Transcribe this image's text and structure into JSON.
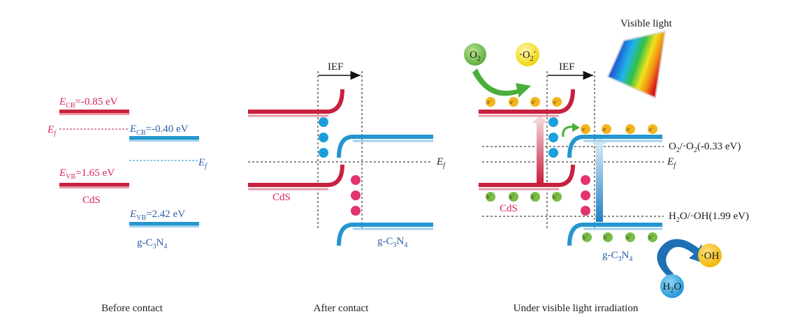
{
  "colors": {
    "cds_band": "#c8203f",
    "cds_band_light": "#e79aa5",
    "gcn_band": "#2496cf",
    "gcn_band_light": "#9fd2ee",
    "cds_text": "#d8235a",
    "gcn_text": "#2a5ea8",
    "electron": "#1aa0dc",
    "hole": "#e2336f",
    "electron_light": "#f2b51b",
    "hole_light": "#7bbd45",
    "green_arrow": "#4cae3a",
    "blue_arrow": "#1f6fb5"
  },
  "panels": {
    "before": {
      "caption": "Before contact",
      "cds_cb": {
        "e": "E",
        "sub": "CB",
        "text": "=-0.85 eV"
      },
      "cds_ef": {
        "e": "E",
        "sub": "f"
      },
      "cds_vb": {
        "e": "E",
        "sub": "VB",
        "text": "=1.65 eV"
      },
      "cds_label": "CdS",
      "gcn_cb": {
        "e": "E",
        "sub": "CB",
        "text": "=-0.40 eV"
      },
      "gcn_ef": {
        "e": "E",
        "sub": "f"
      },
      "gcn_vb": {
        "e": "E",
        "sub": "VB",
        "text": "=2.42 eV"
      },
      "gcn_label": {
        "a": "g-C",
        "s1": "3",
        "b": "N",
        "s2": "4"
      }
    },
    "after": {
      "caption": "After contact",
      "ief": "IEF",
      "ef": {
        "e": "E",
        "sub": "f"
      },
      "cds_label": "CdS",
      "gcn_label": {
        "a": "g-C",
        "s1": "3",
        "b": "N",
        "s2": "4"
      },
      "electron_sign": "−"
    },
    "light": {
      "caption": "Under visible light irradiation",
      "title": "Visible light",
      "ief": "IEF",
      "ef": {
        "e": "E",
        "sub": "f"
      },
      "cds_label": "CdS",
      "gcn_label": {
        "a": "g-C",
        "s1": "3",
        "b": "N",
        "s2": "4"
      },
      "o2_level": {
        "a": "O",
        "s1": "2",
        "b": "/·O",
        "s2": "2",
        "c": "(-0.33 eV)"
      },
      "oh_level": {
        "a": "H",
        "s1": "2",
        "b": "O/·OH(1.99 eV)"
      },
      "electron_label": "e",
      "electron_sup": "-",
      "hole_label": "h",
      "hole_sup": "+",
      "o2": {
        "a": "O",
        "s": "2"
      },
      "superoxide": {
        "a": "·O",
        "s": "2",
        "sup": "-"
      },
      "h2o": {
        "a": "H",
        "s": "2",
        "b": "O"
      },
      "oh": "·OH"
    }
  }
}
